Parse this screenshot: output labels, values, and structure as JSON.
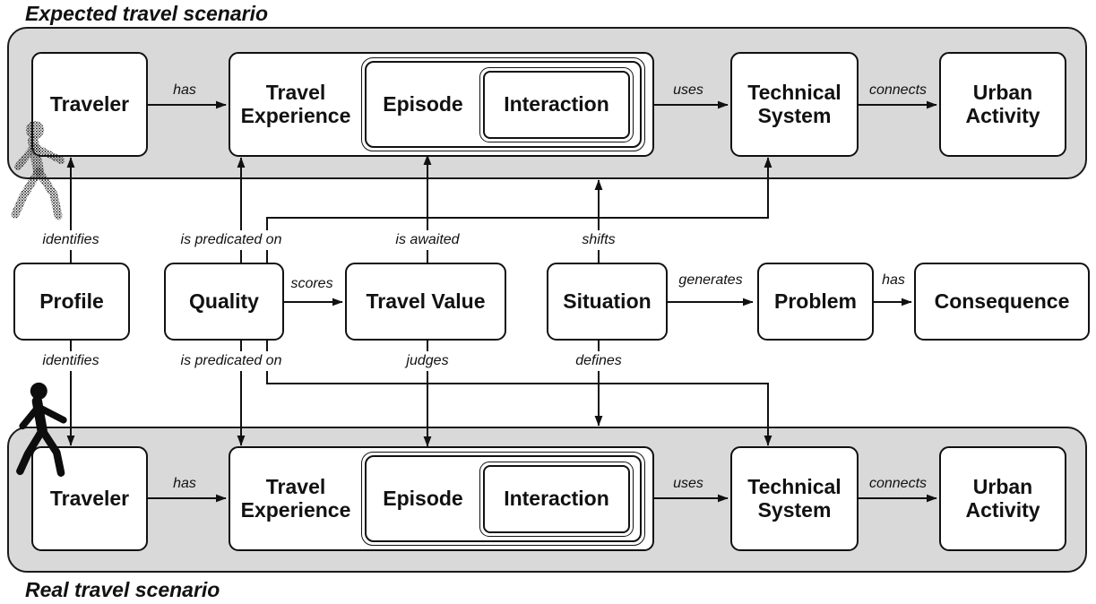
{
  "titles": {
    "expected": "Expected travel scenario",
    "real": "Real travel scenario"
  },
  "boxes": {
    "traveler": "Traveler",
    "travel_experience": "Travel Experience",
    "episode": "Episode",
    "interaction": "Interaction",
    "technical_system": "Technical System",
    "urban_activity": "Urban Activity",
    "profile": "Profile",
    "quality": "Quality",
    "travel_value": "Travel Value",
    "situation": "Situation",
    "problem": "Problem",
    "consequence": "Consequence"
  },
  "edges": {
    "has": "has",
    "uses": "uses",
    "connects": "connects",
    "identifies": "identifies",
    "is_predicated_on": "is predicated on",
    "is_awaited": "is awaited",
    "shifts": "shifts",
    "scores": "scores",
    "judges": "judges",
    "defines": "defines",
    "generates": "generates"
  },
  "icons": {
    "expected_person": "walking-person-speckled",
    "real_person": "walking-person-solid"
  },
  "colors": {
    "band_fill": "#d9d9d9",
    "box_fill": "#ffffff",
    "line": "#111111"
  }
}
